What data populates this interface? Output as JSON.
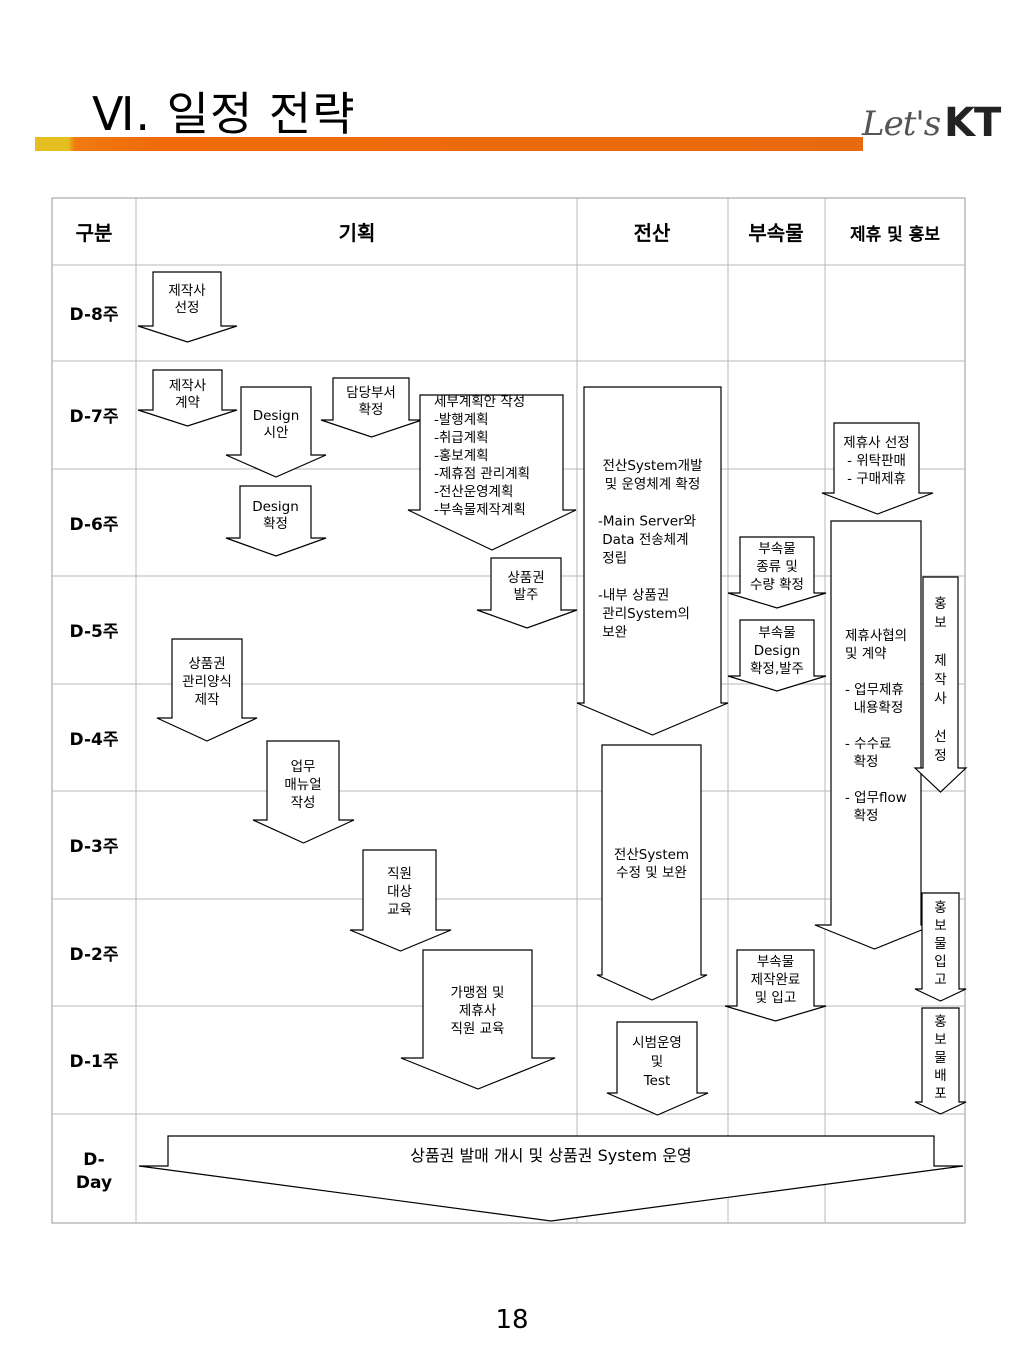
{
  "header": {
    "title": "Ⅵ. 일정 전략",
    "logo_lets": "Let's",
    "logo_kt": "KT"
  },
  "table": {
    "columns": [
      "구분",
      "기획",
      "전산",
      "부속물",
      "제휴 및 홍보"
    ],
    "weeks": [
      "D-8주",
      "D-7주",
      "D-6주",
      "D-5주",
      "D-4주",
      "D-3주",
      "D-2주",
      "D-1주"
    ],
    "dday": [
      "D-",
      "Day"
    ]
  },
  "tasks": {
    "maker_select": [
      "제작사",
      "선정"
    ],
    "maker_contract": [
      "제작사",
      "계약"
    ],
    "design_draft": [
      "Design",
      "시안"
    ],
    "dept_confirm": [
      "담당부서",
      "확정"
    ],
    "detail_plan": [
      "세부계획안 작성",
      "-발행계획",
      "-취급계획",
      "-홍보계획",
      "-제휴점 관리계획",
      "-전산운영계획",
      "-부속물제작계획"
    ],
    "design_confirm": [
      "Design",
      "확정"
    ],
    "voucher_order": [
      "상품권",
      "발주"
    ],
    "form_make": [
      "상품권",
      "관리양식",
      "제작"
    ],
    "manual": [
      "업무",
      "매뉴얼",
      "작성"
    ],
    "staff_edu": [
      "직원",
      "대상",
      "교육"
    ],
    "franchise_edu": [
      "가맹점 및",
      "제휴사",
      "직원 교육"
    ],
    "system_dev": [
      "전산System개발",
      "및 운영체계 확정",
      "",
      "-Main Server와",
      " Data 전송체계",
      " 정립",
      "",
      "-내부 상품권",
      " 관리System의",
      " 보완"
    ],
    "system_fix": [
      "전산System",
      "수정 및 보완"
    ],
    "pilot": [
      "시범운영",
      "및",
      "Test"
    ],
    "acc_type": [
      "부속물",
      "종류 및",
      "수량 확정"
    ],
    "acc_design": [
      "부속물",
      "Design",
      "확정,발주"
    ],
    "acc_done": [
      "부속물",
      "제작완료",
      "및 입고"
    ],
    "partner_select": [
      "제휴사 선정",
      "- 위탁판매",
      "- 구매제휴"
    ],
    "partner_contract": [
      "제휴사협의",
      "및 계약",
      "",
      "- 업무제휴",
      "  내용확정",
      "",
      "- 수수료",
      "  확정",
      "",
      "- 업무flow",
      "  확정"
    ],
    "promo_maker": [
      "홍",
      "보",
      "",
      "제",
      "작",
      "사",
      "",
      "선",
      "정"
    ],
    "promo_in": [
      "홍",
      "보",
      "물",
      "입",
      "고"
    ],
    "promo_dist": [
      "홍",
      "보",
      "물",
      "배",
      "포"
    ],
    "launch": "상품권 발매 개시 및 상품권 System 운영"
  },
  "page_number": "18"
}
